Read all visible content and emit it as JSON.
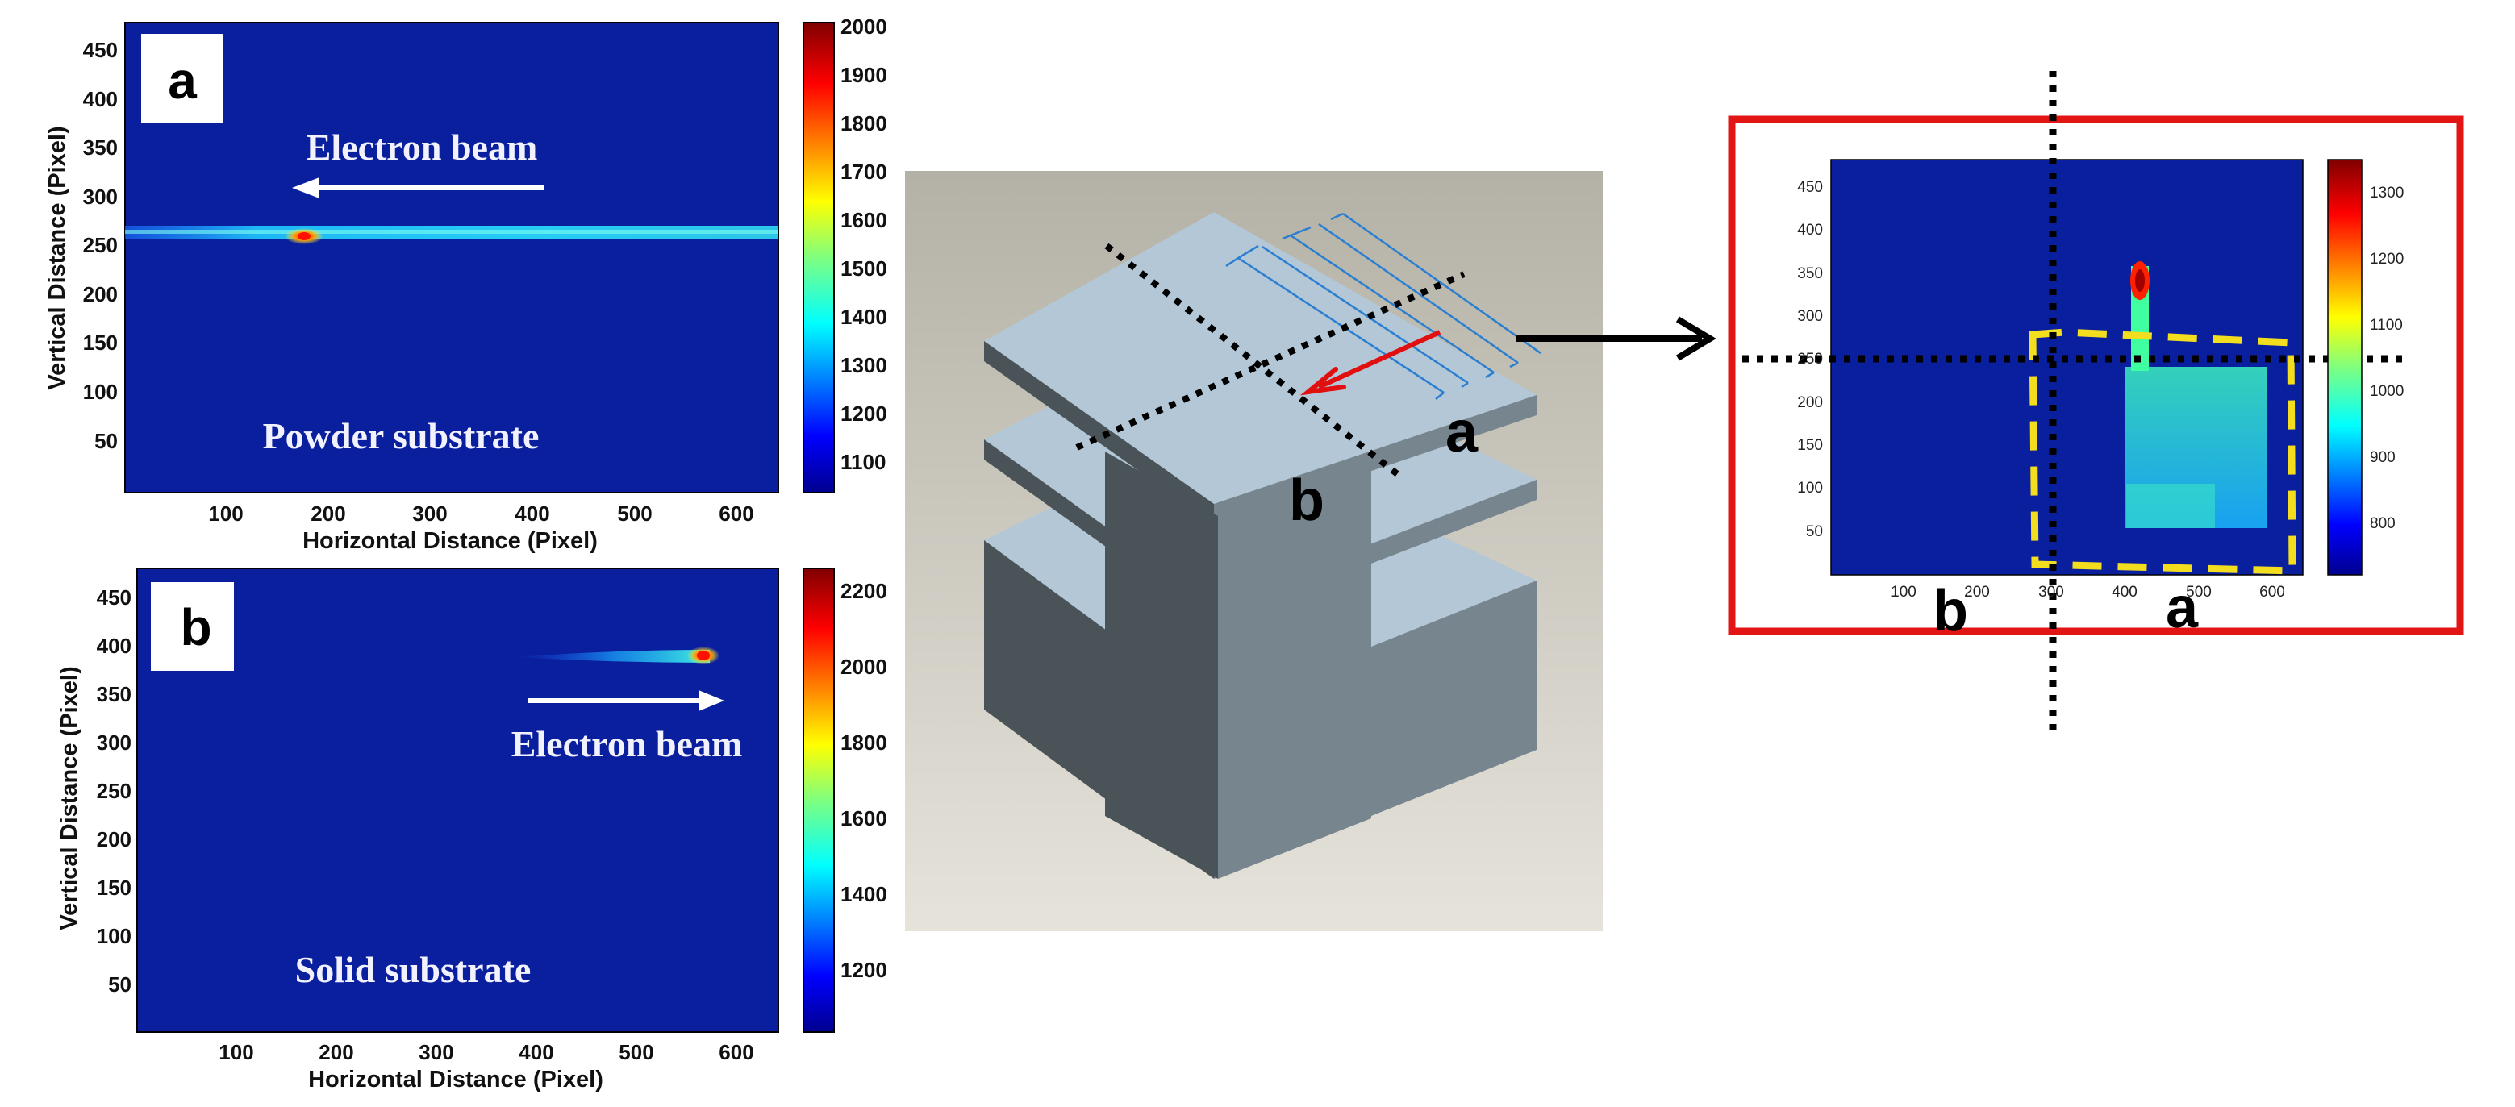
{
  "panel_a": {
    "label": "a",
    "y_axis_label": "Vertical Distance (Pixel)",
    "x_axis_label": "Horizontal Distance (Pixel)",
    "y_ticks": [
      "450",
      "400",
      "350",
      "300",
      "250",
      "200",
      "150",
      "100",
      "50"
    ],
    "x_ticks": [
      "100",
      "200",
      "300",
      "400",
      "500",
      "600"
    ],
    "colorbar_ticks": [
      "2000",
      "1900",
      "1800",
      "1700",
      "1600",
      "1500",
      "1400",
      "1300",
      "1200",
      "1100"
    ],
    "beam_label": "Electron beam",
    "substrate_label": "Powder substrate"
  },
  "panel_b": {
    "label": "b",
    "y_axis_label": "Vertical Distance (Pixel)",
    "x_axis_label": "Horizontal Distance (Pixel)",
    "y_ticks": [
      "450",
      "400",
      "350",
      "300",
      "250",
      "200",
      "150",
      "100",
      "50"
    ],
    "x_ticks": [
      "100",
      "200",
      "300",
      "400",
      "500",
      "600"
    ],
    "colorbar_ticks": [
      "2200",
      "2000",
      "1800",
      "1600",
      "1400",
      "1200"
    ],
    "beam_label": "Electron beam",
    "substrate_label": "Solid substrate"
  },
  "center_diagram": {
    "label_a": "a",
    "label_b": "b"
  },
  "inset": {
    "y_ticks": [
      "450",
      "400",
      "350",
      "300",
      "250",
      "200",
      "150",
      "100",
      "50"
    ],
    "x_ticks": [
      "100",
      "200",
      "300",
      "400",
      "500",
      "600"
    ],
    "colorbar_ticks": [
      "1300",
      "1200",
      "1100",
      "1000",
      "900",
      "800"
    ],
    "label_a": "a",
    "label_b": "b"
  },
  "colors": {
    "thermal_bg": "#0a1f9e",
    "frame_red": "#e31414",
    "dash_yellow": "#f2dd1e",
    "scan_blue": "#2a7fd0",
    "arrow_red": "#e01010"
  }
}
